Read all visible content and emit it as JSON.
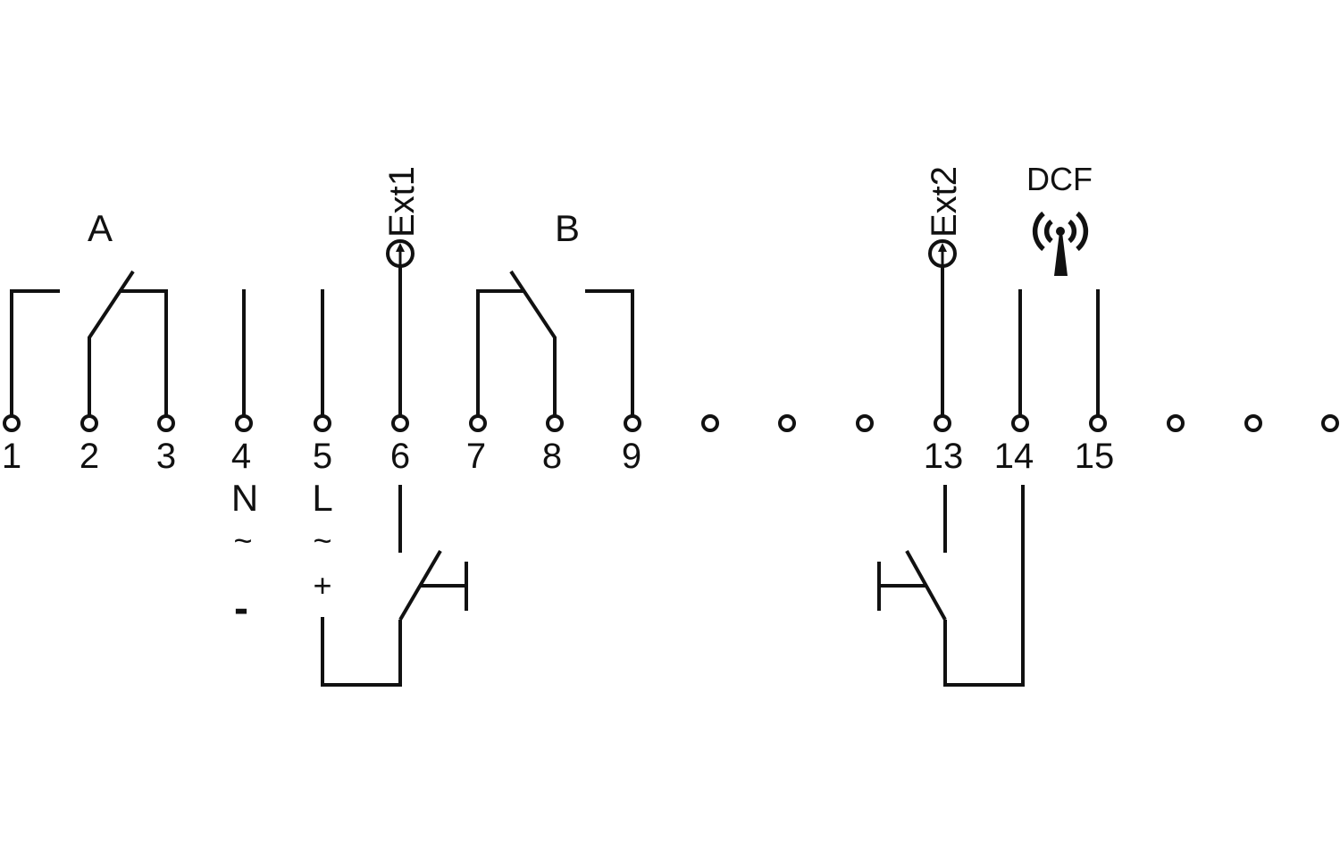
{
  "terminals": {
    "t1": "1",
    "t2": "2",
    "t3": "3",
    "t4": "4",
    "t5": "5",
    "t6": "6",
    "t7": "7",
    "t8": "8",
    "t9": "9",
    "t13": "13",
    "t14": "14",
    "t15": "15"
  },
  "contacts": {
    "channel_a": "A",
    "channel_b": "B"
  },
  "inputs": {
    "ext1": "Ext1",
    "ext2": "Ext2"
  },
  "antenna": {
    "label": "DCF",
    "icon": "antenna-icon"
  },
  "supply": {
    "neutral": "N",
    "line": "L",
    "ac_n": "~",
    "ac_l": "~",
    "dc_plus": "+",
    "dc_minus": "-"
  },
  "colors": {
    "line": "#111111",
    "background": "#ffffff"
  }
}
